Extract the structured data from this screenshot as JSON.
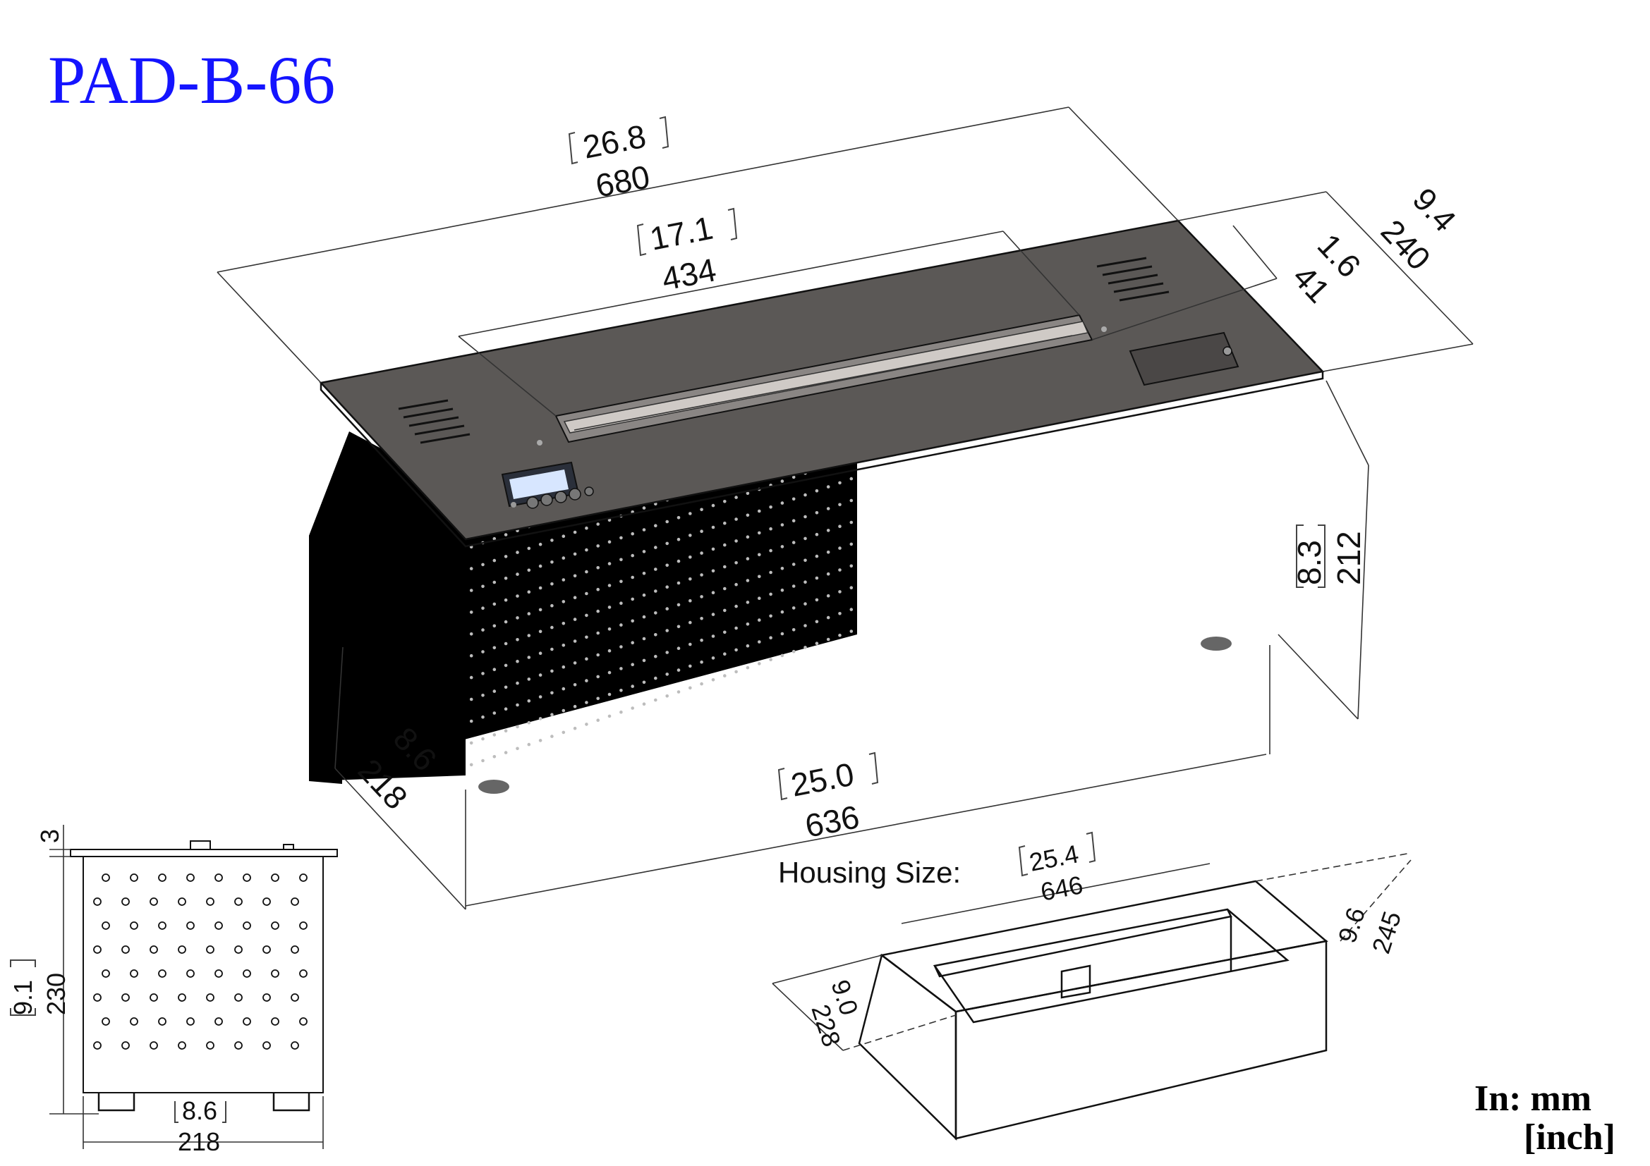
{
  "title": "PAD-B-66",
  "units": {
    "line1": "In: mm",
    "line2": "[inch]"
  },
  "housing_label": "Housing Size:",
  "dimensions": {
    "overall_length": {
      "mm": "680",
      "inch": "26.8"
    },
    "opening_length": {
      "mm": "434",
      "inch": "17.1"
    },
    "top_depth": {
      "mm": "240",
      "inch": "9.4"
    },
    "flange": {
      "mm": "41",
      "inch": "1.6"
    },
    "body_height": {
      "mm": "212",
      "inch": "8.3"
    },
    "body_length": {
      "mm": "636",
      "inch": "25.0"
    },
    "body_depth": {
      "mm": "218",
      "inch": "8.6"
    },
    "housing_length": {
      "mm": "646",
      "inch": "25.4"
    },
    "housing_depth": {
      "mm": "245",
      "inch": "9.6"
    },
    "housing_width": {
      "mm": "228",
      "inch": "9.0"
    },
    "side_top": {
      "mm": "3"
    },
    "side_height": {
      "mm": "230",
      "inch": "9.1"
    },
    "side_width": {
      "mm": "218",
      "inch": "8.6"
    }
  },
  "colors": {
    "title": "#1414ff",
    "body": "#000000",
    "top_plate": "#5b5856",
    "perforation": "#bdbdbd"
  }
}
